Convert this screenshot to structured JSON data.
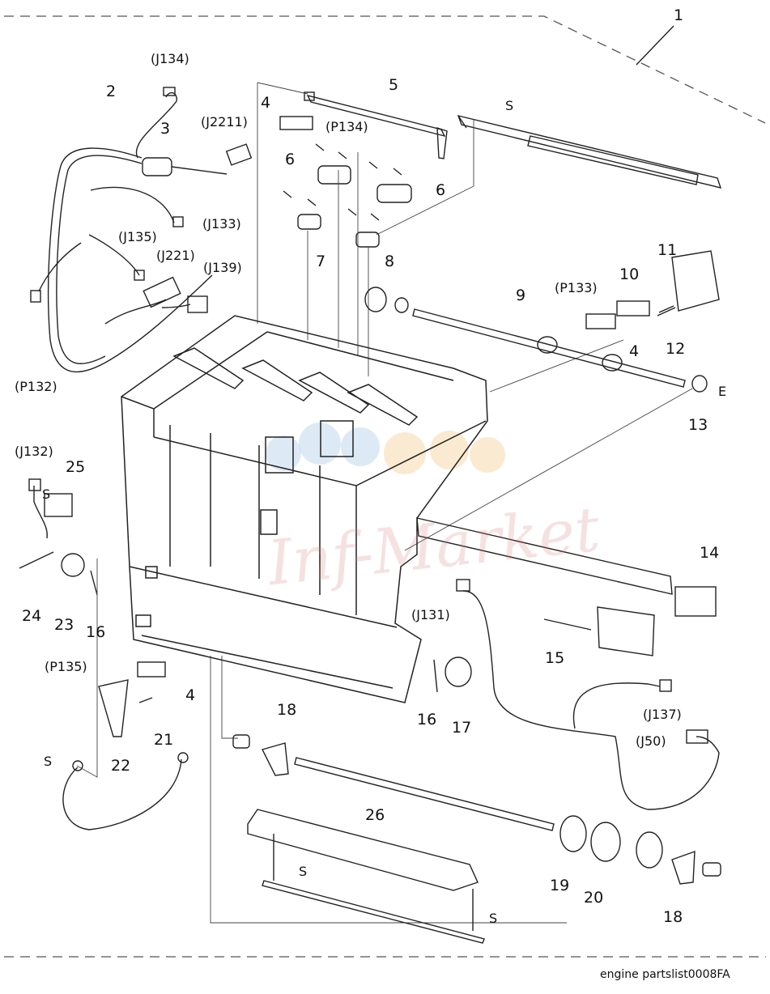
{
  "callouts": [
    {
      "id": "c1",
      "text": "1"
    },
    {
      "id": "c2",
      "text": "2"
    },
    {
      "id": "c3",
      "text": "3"
    },
    {
      "id": "c4a",
      "text": "4"
    },
    {
      "id": "c4b",
      "text": "4"
    },
    {
      "id": "c4c",
      "text": "4"
    },
    {
      "id": "c5",
      "text": "5"
    },
    {
      "id": "c6a",
      "text": "6"
    },
    {
      "id": "c6b",
      "text": "6"
    },
    {
      "id": "c7",
      "text": "7"
    },
    {
      "id": "c8",
      "text": "8"
    },
    {
      "id": "c9",
      "text": "9"
    },
    {
      "id": "c10",
      "text": "10"
    },
    {
      "id": "c11",
      "text": "11"
    },
    {
      "id": "c12",
      "text": "12"
    },
    {
      "id": "c13",
      "text": "13"
    },
    {
      "id": "c14",
      "text": "14"
    },
    {
      "id": "c15",
      "text": "15"
    },
    {
      "id": "c16a",
      "text": "16"
    },
    {
      "id": "c16b",
      "text": "16"
    },
    {
      "id": "c17",
      "text": "17"
    },
    {
      "id": "c18a",
      "text": "18"
    },
    {
      "id": "c18b",
      "text": "18"
    },
    {
      "id": "c19",
      "text": "19"
    },
    {
      "id": "c20",
      "text": "20"
    },
    {
      "id": "c21",
      "text": "21"
    },
    {
      "id": "c22",
      "text": "22"
    },
    {
      "id": "c23",
      "text": "23"
    },
    {
      "id": "c24",
      "text": "24"
    },
    {
      "id": "c25",
      "text": "25"
    },
    {
      "id": "c26",
      "text": "26"
    }
  ],
  "connectors": [
    {
      "id": "j134",
      "text": "(J134)"
    },
    {
      "id": "j2211",
      "text": "(J2211)"
    },
    {
      "id": "p134",
      "text": "(P134)"
    },
    {
      "id": "j133",
      "text": "(J133)"
    },
    {
      "id": "j135",
      "text": "(J135)"
    },
    {
      "id": "j221",
      "text": "(J221)"
    },
    {
      "id": "j139",
      "text": "(J139)"
    },
    {
      "id": "p132",
      "text": "(P132)"
    },
    {
      "id": "p133",
      "text": "(P133)"
    },
    {
      "id": "j132",
      "text": "(J132)"
    },
    {
      "id": "j131",
      "text": "(J131)"
    },
    {
      "id": "p135",
      "text": "(P135)"
    },
    {
      "id": "j137",
      "text": "(J137)"
    },
    {
      "id": "j50",
      "text": "(J50)"
    }
  ],
  "markers": [
    {
      "id": "s1",
      "text": "S"
    },
    {
      "id": "s2",
      "text": "S"
    },
    {
      "id": "s3",
      "text": "S"
    },
    {
      "id": "s4",
      "text": "S"
    },
    {
      "id": "s5",
      "text": "S"
    },
    {
      "id": "e1",
      "text": "E"
    }
  ],
  "watermark": "Inf-Market",
  "caption": "engine partslist0008FA",
  "colors": {
    "line": "#222222",
    "dash": "#555555",
    "watermark_pink": "#d88a8a",
    "watermark_blue": "#9fc4e6",
    "watermark_orange": "#f2c27a"
  }
}
